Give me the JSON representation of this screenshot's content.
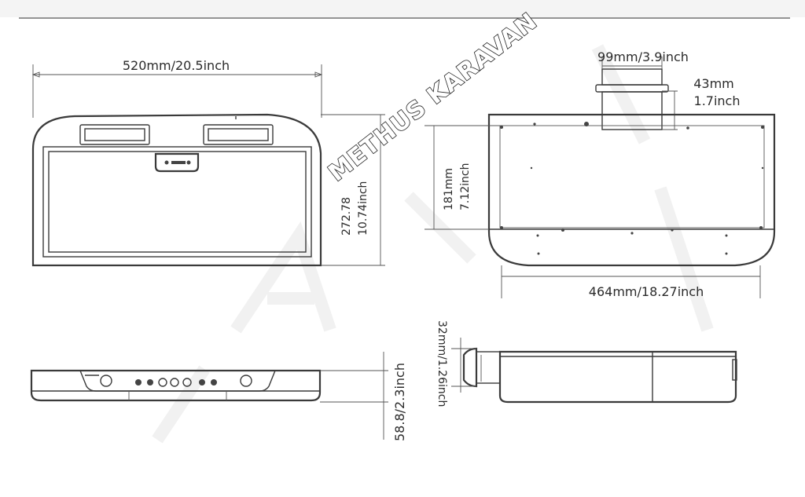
{
  "watermark": {
    "text": "METHUS KARAVAN"
  },
  "dimensions": {
    "front_width": "520mm/20.5inch",
    "front_height_mm": "272.78",
    "front_height_inch": "10.74inch",
    "top_width": "99mm/3.9inch",
    "top_depth_mm": "43mm",
    "top_depth_inch": "1.7inch",
    "rear_height_mm": "181mm",
    "rear_height_inch": "7.12inch",
    "rear_width": "464mm/18.27inch",
    "side_height": "58.8/2.3inch",
    "side_depth": "32mm/1.26inch"
  },
  "colors": {
    "line": "#3a3a3a",
    "background": "#ffffff",
    "header_bar": "#f4f4f4"
  }
}
